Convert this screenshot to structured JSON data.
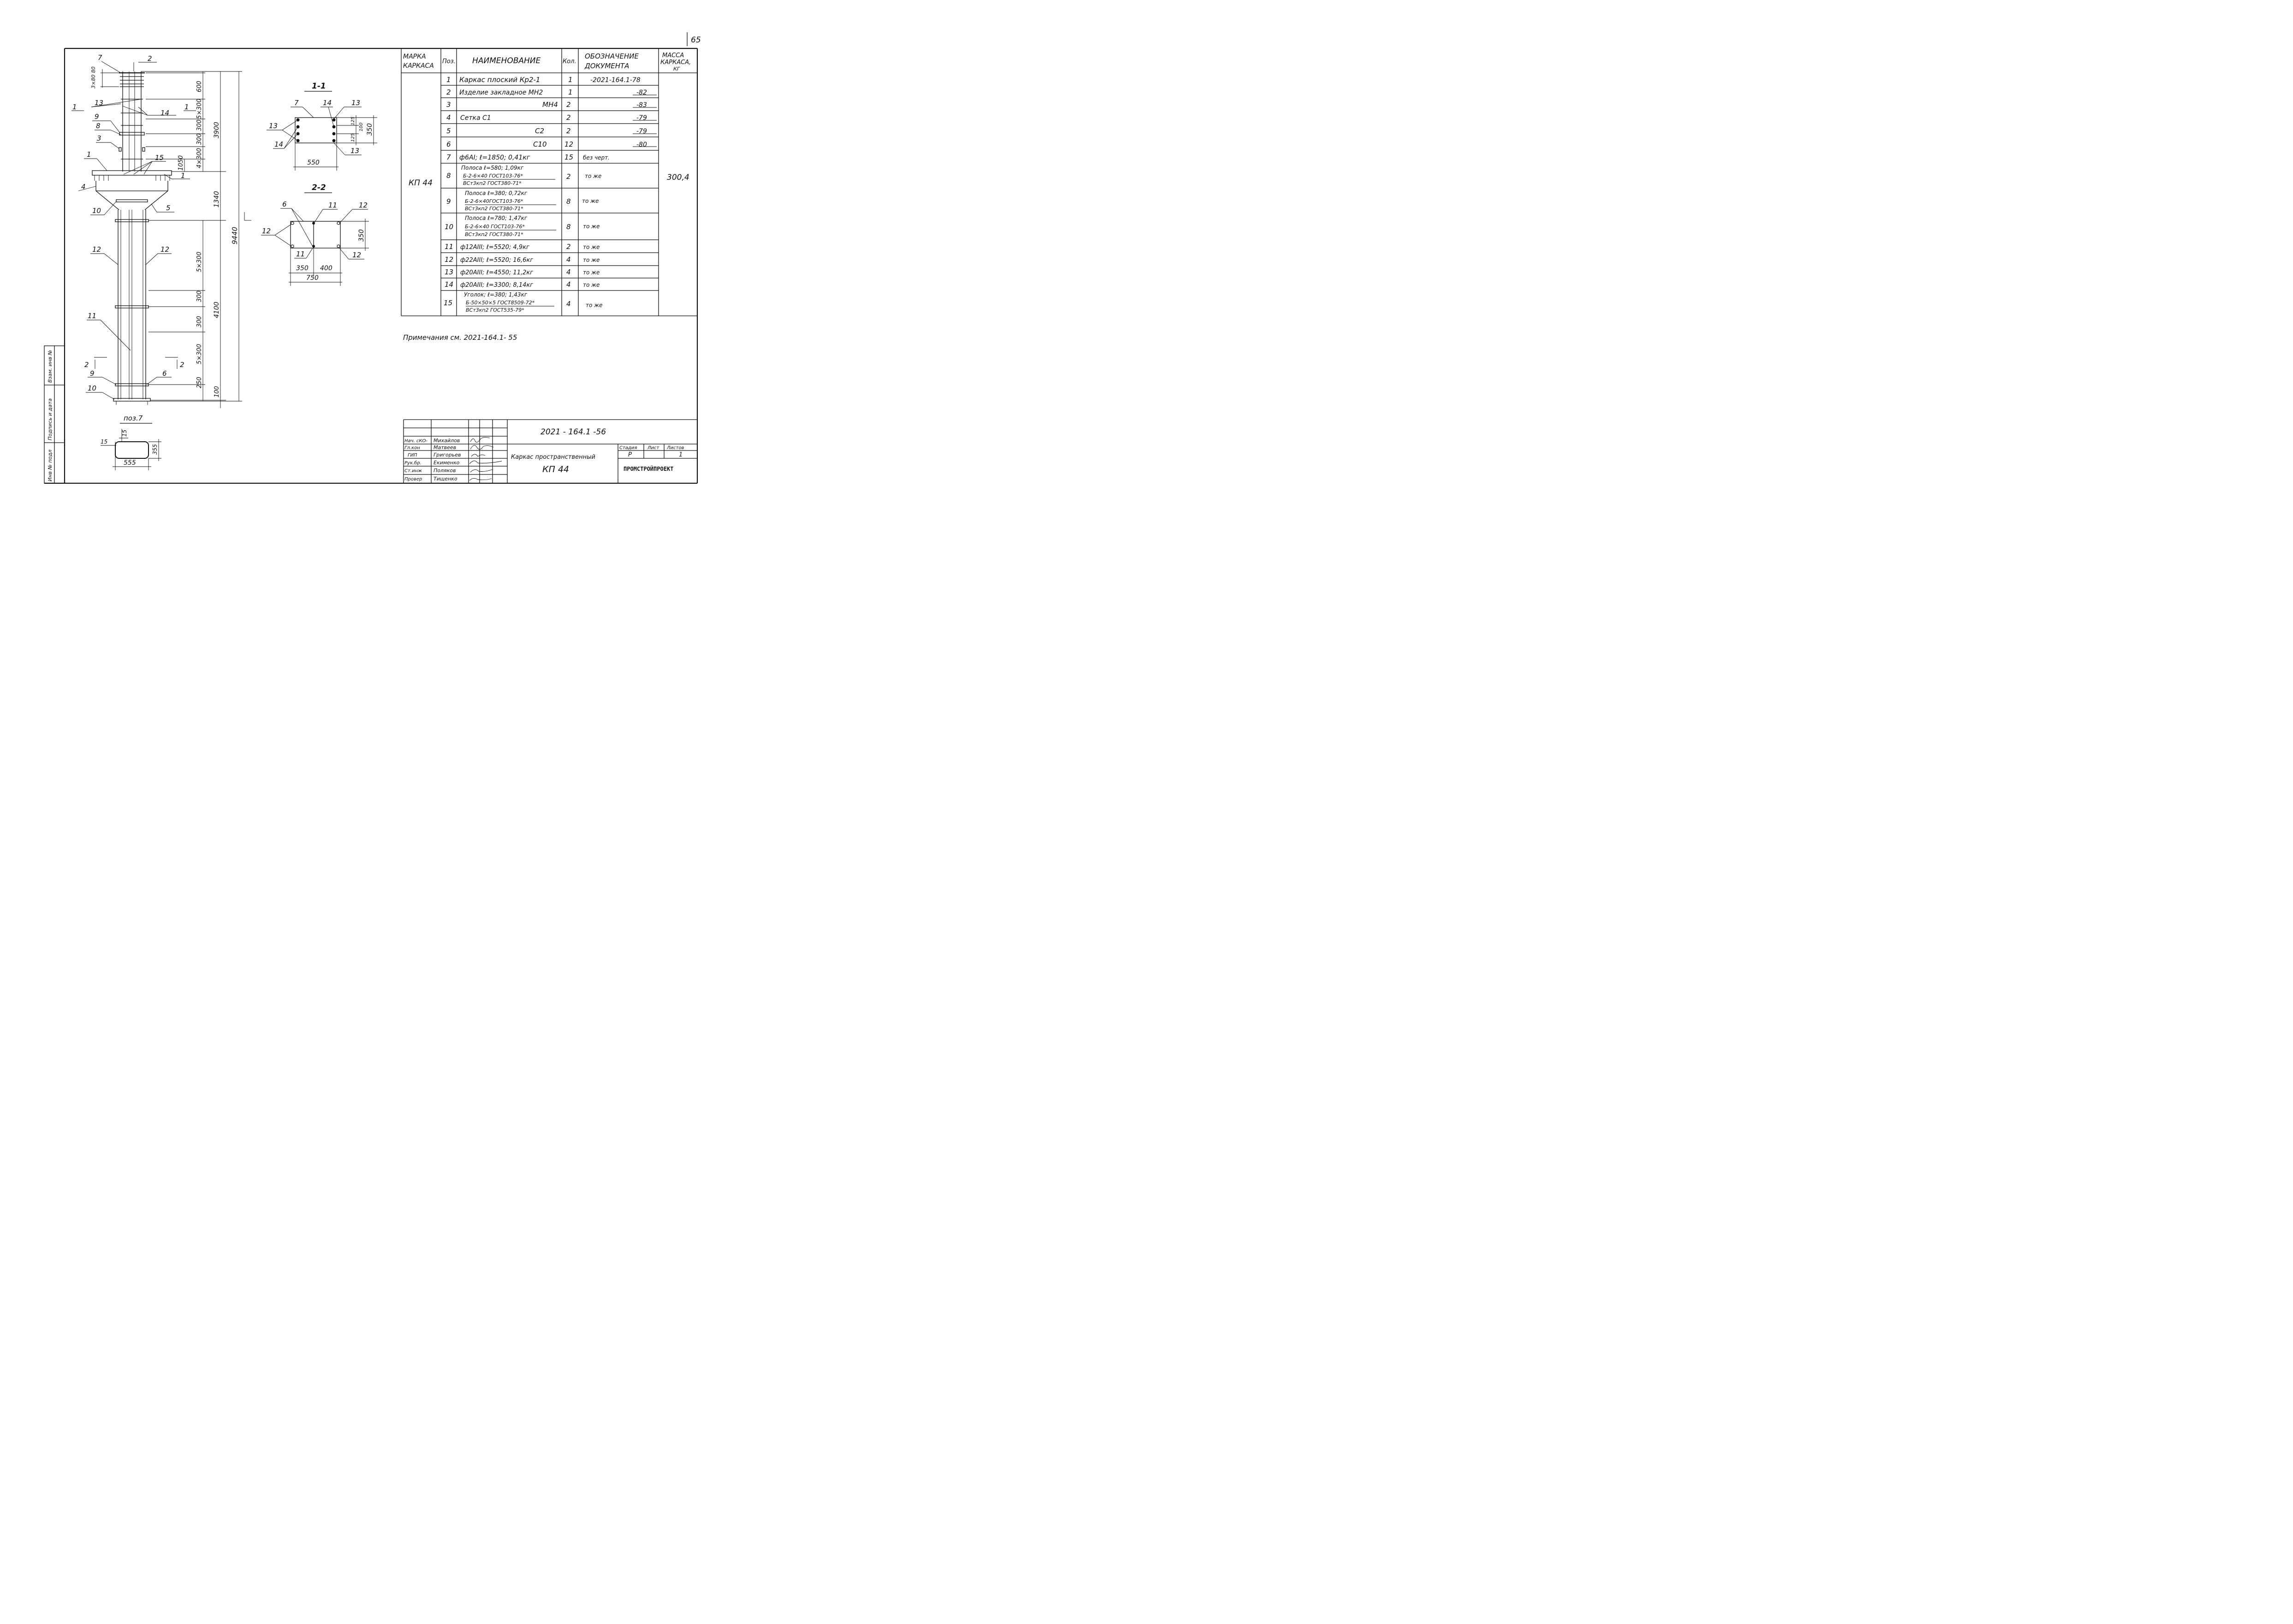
{
  "sheet_no": "65",
  "drawing_code": "2021 - 164.1 -56",
  "title_line1": "Каркас пространственный",
  "title_line2": "КП 44",
  "company": "ПРОМСТРОЙПРОЕКТ",
  "stage_header": "Стадия",
  "sheet_header": "Лист",
  "sheets_header": "Листов",
  "stage": "Р",
  "sheet": "",
  "sheets": "1",
  "note": "Примечания см. 2021-164.1- 55",
  "signatures": [
    {
      "role": "Нач. сКО-",
      "name": "Михайлов"
    },
    {
      "role": "Гл.кон",
      "name": "Матвеев"
    },
    {
      "role": "ГИП",
      "name": "Григорьев"
    },
    {
      "role": "Рук.бр.",
      "name": "Екименко"
    },
    {
      "role": "Ст.инж",
      "name": "Поляков"
    },
    {
      "role": "Провер",
      "name": "Тищенко"
    }
  ],
  "side_labels": [
    "Взам. инв №",
    "Подпись и дата",
    "Инв № подл"
  ],
  "table": {
    "headers": {
      "mark": "МАРКА КАРКАСА",
      "pos": "Поз.",
      "name": "НАИМЕНОВАНИЕ",
      "qty": "Кол.",
      "doc": "ОБОЗНАЧЕНИЕ ДОКУМЕНТА",
      "mass": "МАССА КАРКАСА, КГ"
    },
    "mark": "КП 44",
    "mass": "300,4",
    "rows": [
      {
        "pos": "1",
        "name": "Каркас плоский Кр2-1",
        "qty": "1",
        "doc": "-2021-164.1-78"
      },
      {
        "pos": "2",
        "name": "Изделие закладное МН2",
        "qty": "1",
        "doc": "-82"
      },
      {
        "pos": "3",
        "name": "МН4",
        "qty": "2",
        "doc": "-83"
      },
      {
        "pos": "4",
        "name": "Сетка С1",
        "qty": "2",
        "doc": "-79"
      },
      {
        "pos": "5",
        "name": "С2",
        "qty": "2",
        "doc": "-79"
      },
      {
        "pos": "6",
        "name": "С10",
        "qty": "12",
        "doc": "-80"
      },
      {
        "pos": "7",
        "name": "ф6АI; ℓ=1850; 0,41кг",
        "qty": "15",
        "doc": "без черт."
      },
      {
        "pos": "8",
        "name": "Полоса ℓ=580; 1,09кг",
        "name2": "Б-2-6×40 ГОСТ103-76*",
        "name3": "ВСт3кп2 ГОСТ380-71*",
        "qty": "2",
        "doc": "то же"
      },
      {
        "pos": "9",
        "name": "Полоса ℓ=380; 0,72кг",
        "name2": "Б-2-6×40ГОСТ103-76*",
        "name3": "ВСт3кп2 ГОСТ380-71*",
        "qty": "8",
        "doc": "то же"
      },
      {
        "pos": "10",
        "name": "Полоса ℓ=780; 1,47кг",
        "name2": "Б-2-6×40 ГОСТ103-76*",
        "name3": "ВСт3кп2 ГОСТ380-71*",
        "qty": "8",
        "doc": "то же"
      },
      {
        "pos": "11",
        "name": "ф12АIII; ℓ=5520; 4,9кг",
        "qty": "2",
        "doc": "то же"
      },
      {
        "pos": "12",
        "name": "ф22АIII; ℓ=5520; 16,6кг",
        "qty": "4",
        "doc": "то же"
      },
      {
        "pos": "13",
        "name": "ф20АIII; ℓ=4550; 11,2кг",
        "qty": "4",
        "doc": "то же"
      },
      {
        "pos": "14",
        "name": "ф20АIII; ℓ=3300; 8,14кг",
        "qty": "4",
        "doc": "то же"
      },
      {
        "pos": "15",
        "name": "Уголок; ℓ=380; 1,43кг",
        "name2": "Б-50×50×5 ГОСТ8509-72*",
        "name3": "ВСт3кп2 ГОСТ535-79*",
        "qty": "4",
        "doc": "то же"
      }
    ]
  },
  "sections": {
    "s1": {
      "title": "1-1",
      "w": "550",
      "h": "350",
      "d1": "125",
      "d2": "100",
      "d3": "125"
    },
    "s2": {
      "title": "2-2",
      "w1": "350",
      "w2": "400",
      "total": "750",
      "h": "350"
    },
    "pos7": {
      "title": "поз.7",
      "w": "555",
      "h": "355",
      "a": "15",
      "b": "15"
    }
  },
  "elevation": {
    "total": "9440",
    "upper": "3900",
    "mid": "1340",
    "lower": "4100",
    "dims_right": [
      "600",
      "5×300",
      "300",
      "300",
      "4×300",
      "1050"
    ],
    "dims_lower": [
      "5×300",
      "300",
      "300",
      "5×300",
      "250",
      "100"
    ],
    "dim_top_left": "3×80 80",
    "section_marks": [
      "1",
      "1",
      "2",
      "2"
    ]
  }
}
